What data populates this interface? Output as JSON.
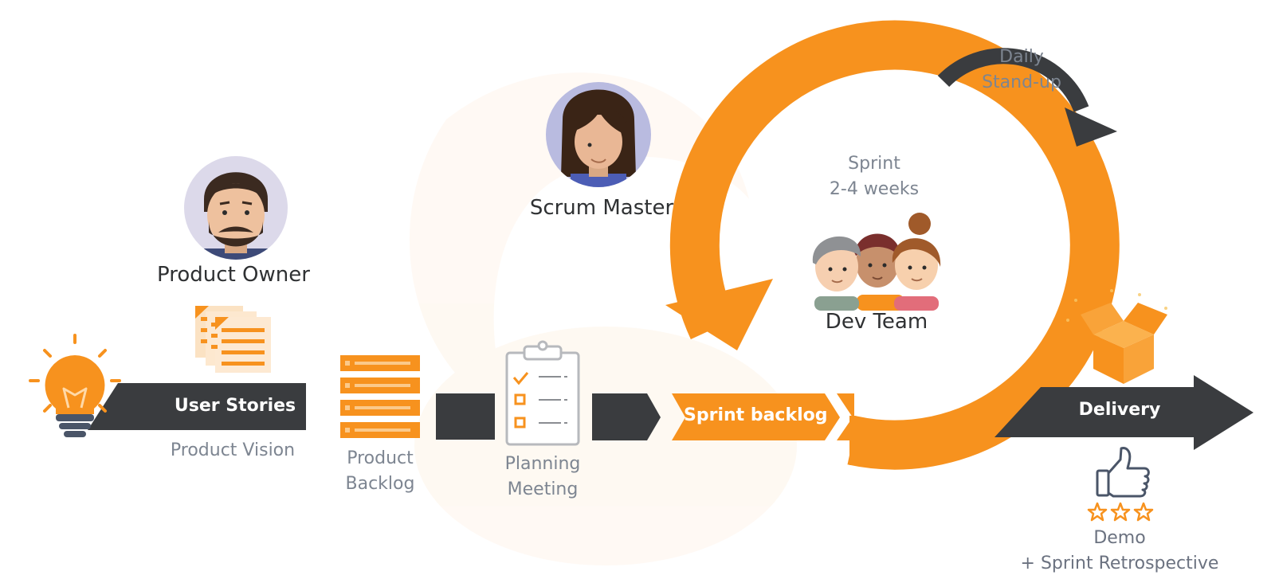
{
  "roles": {
    "product_owner": "Product Owner",
    "scrum_master": "Scrum Master",
    "dev_team": "Dev Team"
  },
  "labels": {
    "user_stories": "User Stories",
    "product_vision": "Product Vision",
    "product_backlog": [
      "Product",
      "Backlog"
    ],
    "planning_meeting": [
      "Planning",
      "Meeting"
    ],
    "sprint_backlog": "Sprint backlog",
    "sprint": [
      "Sprint",
      "2-4 weeks"
    ],
    "daily_standup": [
      "Daily",
      "Stand-up"
    ],
    "delivery": "Delivery",
    "demo": [
      "Demo",
      "+ Sprint Retrospective"
    ]
  },
  "colors": {
    "orange": "#f7921e",
    "dark": "#3a3c3f",
    "grey_text": "#7d8591",
    "avatar_bg": "#dcd9ea"
  },
  "icons": [
    "lightbulb-icon",
    "documents-icon",
    "backlog-stack-icon",
    "clipboard-checklist-icon",
    "box-icon",
    "thumbs-up-icon",
    "star-icon"
  ]
}
